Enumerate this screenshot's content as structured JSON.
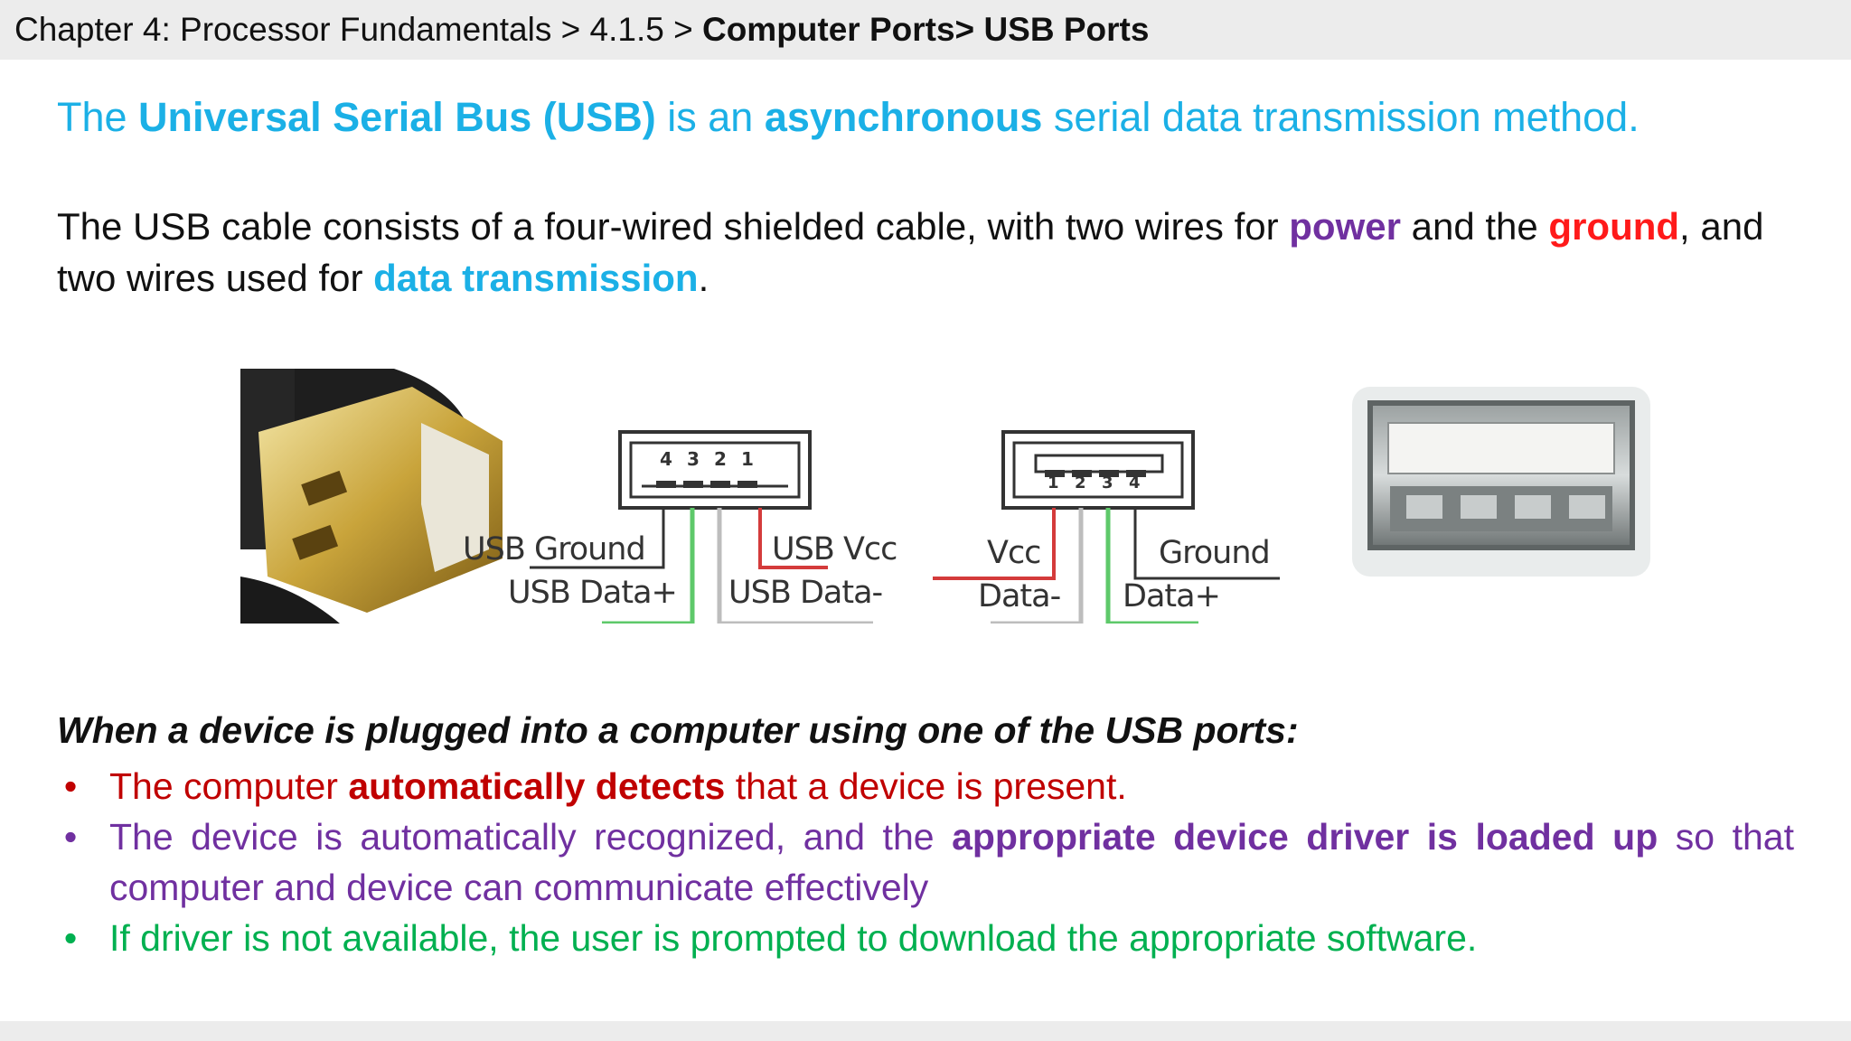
{
  "breadcrumb": {
    "path": "Chapter 4: Processor Fundamentals > 4.1.5 > ",
    "current": "Computer Ports> USB Ports"
  },
  "headline": {
    "p1": "The ",
    "b1": "Universal Serial Bus (USB)",
    "p2": " is an ",
    "b2": "asynchronous",
    "p3": " serial data transmission method."
  },
  "cable_paragraph": {
    "p1": "The USB cable consists of a four-wired shielded cable, with two wires for ",
    "power": "power",
    "p2": " and the ",
    "ground": "ground",
    "p3": ", and two wires used for ",
    "data": "data transmission",
    "p4": "."
  },
  "diagram_a": {
    "pins": [
      "4",
      "3",
      "2",
      "1"
    ],
    "usb_ground": "USB Ground",
    "usb_vcc": "USB Vcc",
    "usb_data_plus": "USB Data+",
    "usb_data_minus": "USB Data-"
  },
  "diagram_b": {
    "pins": [
      "1",
      "2",
      "3",
      "4"
    ],
    "vcc": "Vcc",
    "ground": "Ground",
    "data_minus": "Data-",
    "data_plus": "Data+"
  },
  "plugged_heading": "When a device is plugged into a computer using one of the USB ports:",
  "bullets": [
    {
      "pre": "The computer ",
      "bold": "automatically detects",
      "post": " that a device is present."
    },
    {
      "pre": "The device is automatically recognized, and the ",
      "bold": "appropriate device driver is loaded up",
      "post": " so that computer and device can communicate effectively"
    },
    {
      "pre": "If driver is not available, the user is prompted to download the appropriate software.",
      "bold": "",
      "post": ""
    }
  ],
  "bullet_symbol": "•",
  "colors": {
    "accent_blue": "#1bb0e6",
    "power_purple": "#7030a0",
    "ground_red": "#ff1a1a",
    "bullet_red": "#c00000",
    "bullet_green": "#00b050"
  },
  "images": {
    "plug_photo": "usb-plug-photo",
    "port_photo": "usb-port-photo"
  }
}
